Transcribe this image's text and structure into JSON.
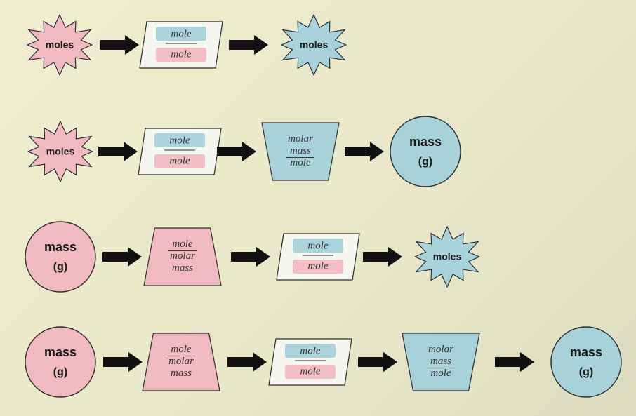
{
  "rows": [
    {
      "items": [
        {
          "shape": "star",
          "color": "red",
          "lines": [
            "moles"
          ]
        },
        {
          "shape": "arrow"
        },
        {
          "shape": "parallelogram",
          "num": "mole",
          "den": "mole",
          "top_color": "blue",
          "bottom_color": "red"
        },
        {
          "shape": "arrow"
        },
        {
          "shape": "star",
          "color": "blue",
          "lines": [
            "moles"
          ]
        }
      ]
    },
    {
      "items": [
        {
          "shape": "star",
          "color": "red",
          "lines": [
            "moles"
          ]
        },
        {
          "shape": "arrow"
        },
        {
          "shape": "parallelogram",
          "num": "mole",
          "den": "mole",
          "top_color": "blue",
          "bottom_color": "red"
        },
        {
          "shape": "arrow"
        },
        {
          "shape": "trapezoid-inverted",
          "color": "blue",
          "num": "molar mass",
          "den": "mole"
        },
        {
          "shape": "arrow"
        },
        {
          "shape": "circle",
          "color": "blue",
          "lines": [
            "mass",
            "(g)"
          ]
        }
      ]
    },
    {
      "items": [
        {
          "shape": "circle",
          "color": "red",
          "lines": [
            "mass",
            "(g)"
          ]
        },
        {
          "shape": "arrow"
        },
        {
          "shape": "trapezoid",
          "color": "red",
          "num": "mole",
          "den": "molar mass"
        },
        {
          "shape": "arrow"
        },
        {
          "shape": "parallelogram",
          "num": "mole",
          "den": "mole",
          "top_color": "blue",
          "bottom_color": "red"
        },
        {
          "shape": "arrow"
        },
        {
          "shape": "star",
          "color": "blue",
          "lines": [
            "moles"
          ]
        }
      ]
    },
    {
      "items": [
        {
          "shape": "circle",
          "color": "red",
          "lines": [
            "mass",
            "(g)"
          ]
        },
        {
          "shape": "arrow"
        },
        {
          "shape": "trapezoid",
          "color": "red",
          "num": "mole",
          "den": "molar mass"
        },
        {
          "shape": "arrow"
        },
        {
          "shape": "parallelogram",
          "num": "mole",
          "den": "mole",
          "top_color": "blue",
          "bottom_color": "red"
        },
        {
          "shape": "arrow"
        },
        {
          "shape": "trapezoid-inverted",
          "color": "blue",
          "num": "molar mass",
          "den": "mole"
        },
        {
          "shape": "arrow"
        },
        {
          "shape": "circle",
          "color": "blue",
          "lines": [
            "mass",
            "(g)"
          ]
        }
      ]
    }
  ],
  "colors": {
    "red": "#f1b9c0",
    "blue": "#a8d2da",
    "paper": "#f6f6f1",
    "stroke": "#2a2a2a",
    "arrow": "#111111"
  }
}
